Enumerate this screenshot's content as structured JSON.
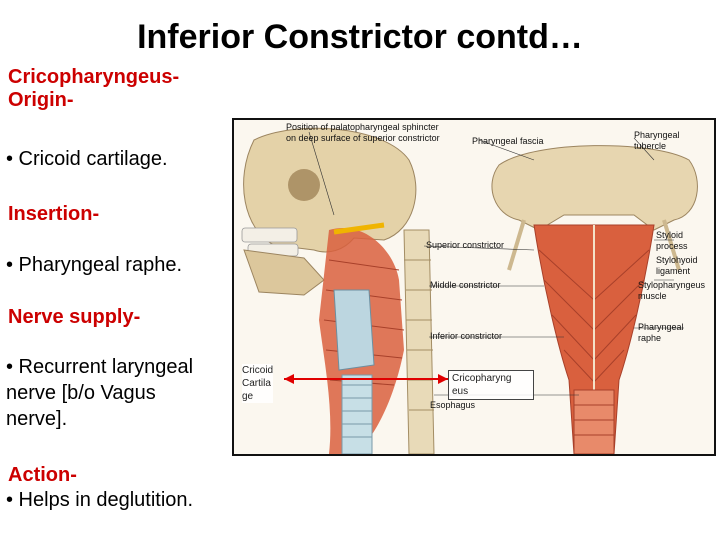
{
  "title": "Inferior Constrictor contd…",
  "origin_heading": "Cricopharyngeus-\nOrigin-",
  "origin_line1": "Cricopharyngeus-",
  "origin_line2": "Origin-",
  "origin_text": "• Cricoid cartilage.",
  "insertion_heading": "Insertion-",
  "insertion_text": "• Pharyngeal raphe.",
  "nerve_heading": "Nerve supply-",
  "nerve_line1": "• Recurrent laryngeal",
  "nerve_line2": "nerve [b/o Vagus",
  "nerve_line3": "nerve].",
  "action_heading": "Action-",
  "action_text": "• Helps in deglutition.",
  "figure": {
    "labels": {
      "palatopharyngeal_1": "Position of palatopharyngeal sphincter",
      "palatopharyngeal_2": "on deep surface of superior constrictor",
      "pharyngeal_fascia": "Pharyngeal fascia",
      "pharyngeal_tubercle_1": "Pharyngeal",
      "pharyngeal_tubercle_2": "tubercle",
      "superior_constrictor": "Superior constrictor",
      "styloid_1": "Styloid",
      "styloid_2": "process",
      "stylohyoid_1": "Stylohyoid",
      "stylohyoid_2": "ligament",
      "middle_constrictor": "Middle constrictor",
      "stylopharyngeus_1": "Stylopharyngeus",
      "stylopharyngeus_2": "muscle",
      "inferior_constrictor": "Inferior constrictor",
      "raphe_1": "Pharyngeal",
      "raphe_2": "raphe",
      "esophagus": "Esophagus"
    },
    "callout_cricoid": [
      "Cricoid",
      "Cartila",
      "ge"
    ],
    "callout_cricopharyngeus": [
      "Cricopharyng",
      "eus"
    ]
  },
  "colors": {
    "heading_red": "#cc0000",
    "muscle": "#d9603e",
    "bone": "#e7d6b0",
    "arrow": "#e00000"
  }
}
